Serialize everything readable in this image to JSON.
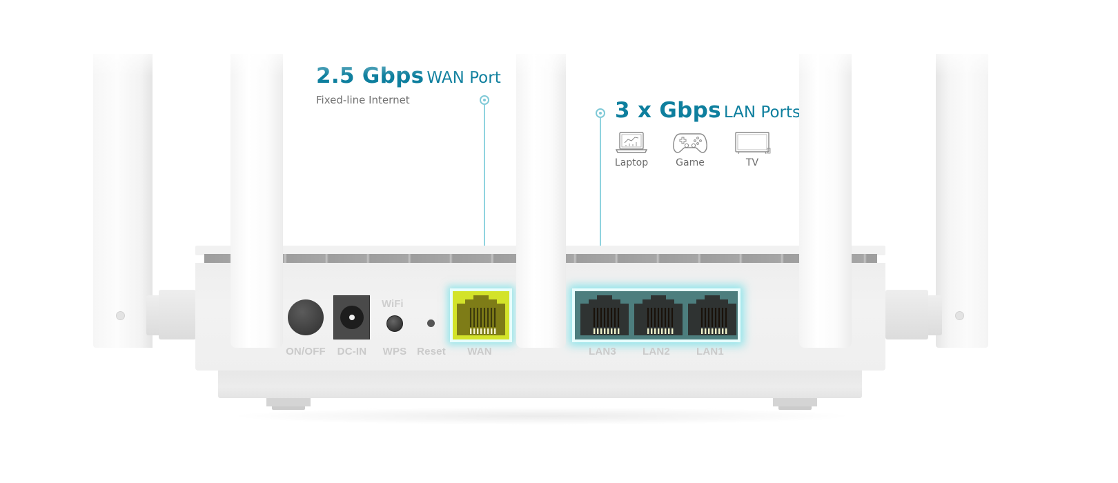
{
  "callouts": {
    "wan": {
      "speed": "2.5 Gbps",
      "port_type": "WAN Port",
      "description": "Fixed-line Internet"
    },
    "lan": {
      "speed": "3 x Gbps",
      "port_type": "LAN Ports",
      "devices": [
        {
          "icon": "laptop-icon",
          "label": "Laptop"
        },
        {
          "icon": "gamepad-icon",
          "label": "Game"
        },
        {
          "icon": "tv-icon",
          "label": "TV"
        }
      ]
    }
  },
  "router": {
    "labels": {
      "power": "ON/OFF",
      "dc_in": "DC-IN",
      "wifi": "WiFi",
      "wps": "WPS",
      "reset": "Reset",
      "wan": "WAN",
      "lan3": "LAN3",
      "lan2": "LAN2",
      "lan1": "LAN1"
    }
  },
  "colors": {
    "accent_title": "#0e7f9e",
    "callout_line": "#8fd3df",
    "wan_highlight": "#d3e32a",
    "lan_highlight": "#4d7e7e",
    "glow": "#50dce6"
  }
}
